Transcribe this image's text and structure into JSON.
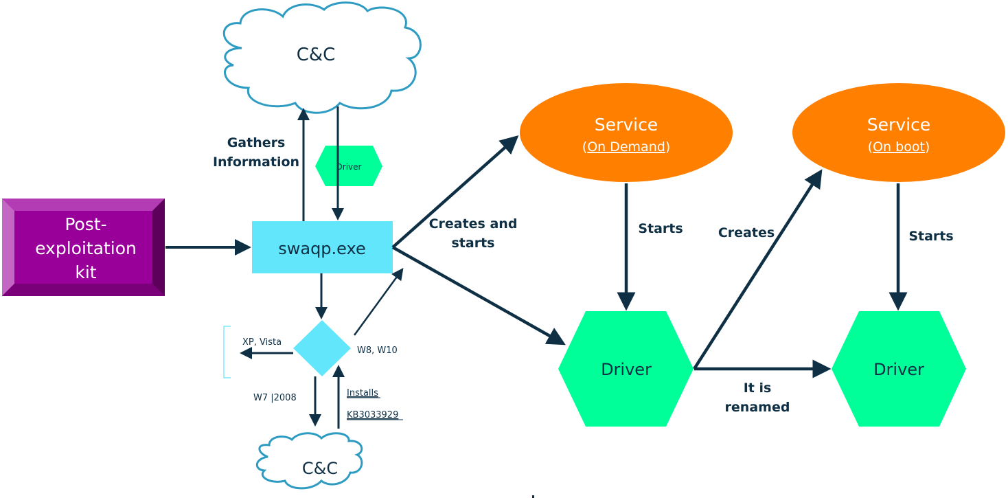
{
  "diagram": {
    "nodes": {
      "cnc_top": {
        "label": "C&C",
        "shape": "cloud"
      },
      "cnc_bottom": {
        "label": "C&C",
        "shape": "cloud"
      },
      "post_exploitation_kit": {
        "label_lines": [
          "Post-",
          "exploitation",
          "kit"
        ],
        "shape": "bevel-box",
        "color": "#990099"
      },
      "swaqp": {
        "label": "swaqp.exe",
        "shape": "rectangle",
        "color": "#61e6fc"
      },
      "driver_small": {
        "label": "Driver",
        "shape": "hexagon",
        "color": "#00ff99"
      },
      "os_decision": {
        "label": "",
        "shape": "diamond",
        "color": "#61e6fc"
      },
      "service_on_demand": {
        "title": "Service",
        "subtitle_open": "(",
        "subtitle_text": "On Demand",
        "subtitle_close": ")",
        "shape": "ellipse",
        "color": "#ff7f00"
      },
      "service_on_boot": {
        "title": "Service",
        "subtitle_open": "(",
        "subtitle_text": "On boot",
        "subtitle_close": ")",
        "shape": "ellipse",
        "color": "#ff7f00"
      },
      "driver_1": {
        "label": "Driver",
        "shape": "hexagon",
        "color": "#00ff99"
      },
      "driver_2": {
        "label": "Driver",
        "shape": "hexagon",
        "color": "#00ff99"
      }
    },
    "edge_labels": {
      "gathers": [
        "Gathers",
        "Information"
      ],
      "creates_and_starts": [
        "Creates and",
        "starts"
      ],
      "starts_1": "Starts",
      "creates": "Creates",
      "starts_2": "Starts",
      "renamed": [
        "It is",
        "renamed"
      ],
      "xp_vista": "XP, Vista",
      "w8_w10": "W8, W10",
      "w7_2008": "W7 |2008",
      "installs": "Installs",
      "kb": "KB3033929"
    },
    "colors": {
      "arrow": "#0e2f44",
      "cloud_stroke": "#2e9cc2"
    }
  }
}
